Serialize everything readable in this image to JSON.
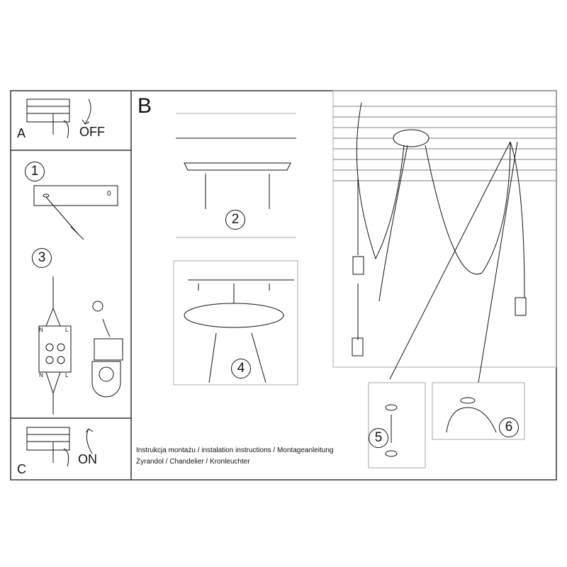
{
  "section_a": {
    "letter": "A",
    "action": "OFF"
  },
  "section_b": {
    "letter": "B"
  },
  "section_c": {
    "letter": "C",
    "action": "ON"
  },
  "steps": [
    "1",
    "2",
    "3",
    "4",
    "5",
    "6"
  ],
  "step1_mark": "0",
  "captions": {
    "line1": "Instrukcja montażu / instalation instructions / Montageanleitung",
    "line2": "Żyrandol / Chandelier / Kronleuchter"
  },
  "terminal_labels": {
    "n": "N",
    "l": "L"
  }
}
